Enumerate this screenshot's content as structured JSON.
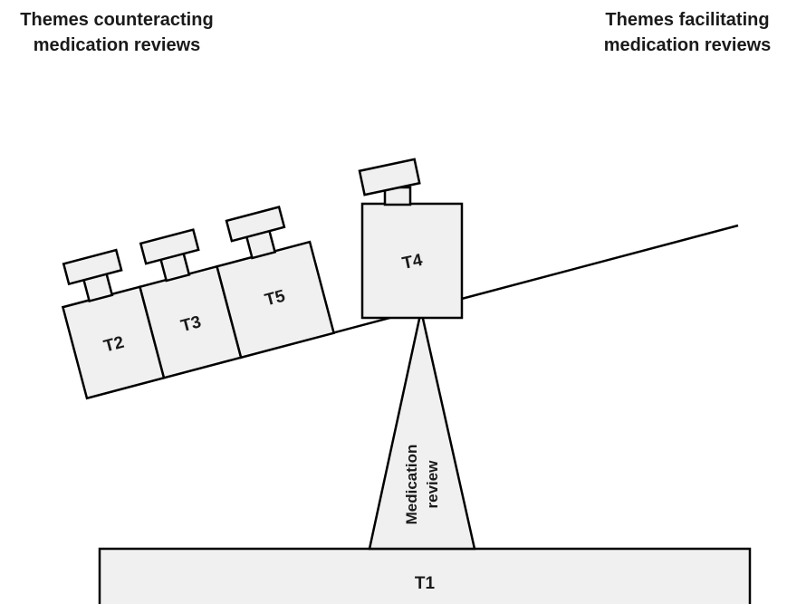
{
  "headings": {
    "left": {
      "line1": "Themes counteracting",
      "line2": "medication reviews"
    },
    "right": {
      "line1": "Themes facilitating",
      "line2": "medication reviews"
    }
  },
  "weights": {
    "t2": "T2",
    "t3": "T3",
    "t5": "T5",
    "t4": "T4"
  },
  "fulcrum": {
    "line1": "Medication",
    "line2": "review"
  },
  "base": {
    "label": "T1"
  },
  "colors": {
    "fill": "#f0f0f0",
    "stroke": "#000000",
    "text": "#1a1a1a"
  }
}
